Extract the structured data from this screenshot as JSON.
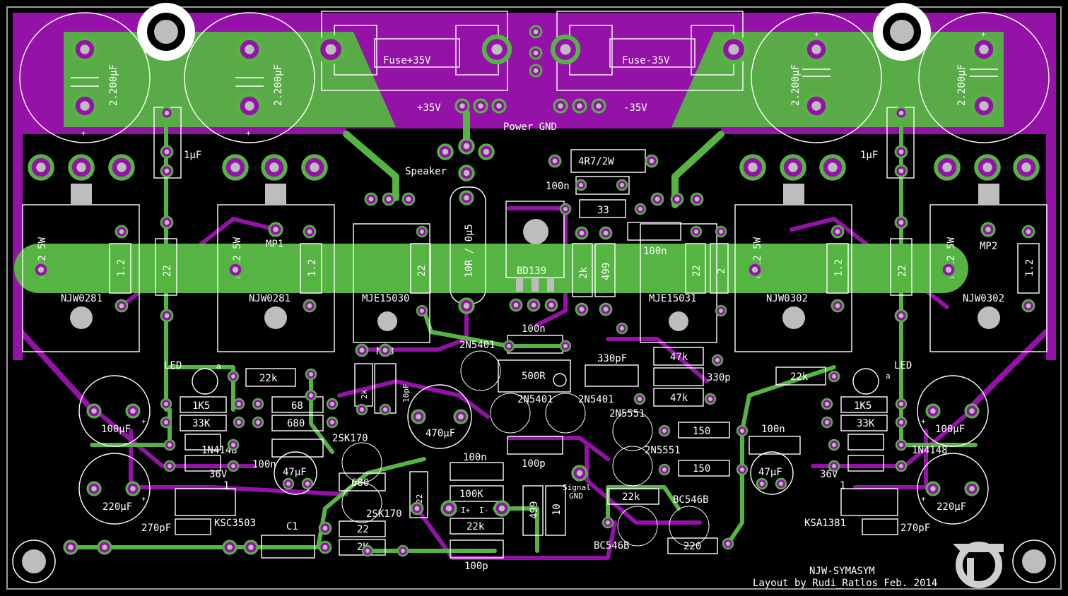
{
  "board": {
    "title": "NJW-SYMASYM",
    "credit": "Layout by Rudi_Ratlos Feb. 2014",
    "colors": {
      "background": "#000000",
      "top_copper": "#9412a8",
      "bottom_copper": "#55b442",
      "silkscreen": "#ffffff",
      "hole": "#bdbdbd"
    },
    "icon": "rr-logo"
  },
  "power": {
    "fuse_pos": "Fuse+35V",
    "fuse_neg": "Fuse-35V",
    "rail_pos": "+35V",
    "rail_neg": "-35V",
    "gnd": "Power GND",
    "speaker": "Speaker"
  },
  "caps": {
    "c_main": "2.200µF",
    "c_1u": "1µF",
    "c_100n": "100n",
    "c_100u": "100µF",
    "c_220u": "220µF",
    "c_270p": "270pF",
    "c_47u": "47µF",
    "c_470u": "470µF",
    "c_10p": "10pF",
    "c_330pf": "330pF",
    "c_330p": "330p",
    "c_100p": "100p",
    "c1": "C1"
  },
  "resistors": {
    "r_0_22": "0.22 5W",
    "r_1_2": "1.2",
    "r_22": "22",
    "r_2": "2",
    "r_4r7": "4R7/2W",
    "r_33": "33",
    "r_10r": "10R / 0µ5",
    "r_2k": "2k",
    "r_499": "499",
    "r_47k": "47k",
    "r_22k": "22k",
    "r_1k5": "1K5",
    "r_33k": "33K",
    "r_68": "68",
    "r_680_a": "680",
    "r_680_b": "680",
    "r_150": "150",
    "r_100k": "100K",
    "r_10": "10",
    "r_2K": "2K",
    "r_220": "220",
    "r_500r": "500R"
  },
  "semis": {
    "q_njw0281": "NJW0281",
    "q_njw0302": "NJW0302",
    "q_mje15030": "MJE15030",
    "q_mje15031": "MJE15031",
    "q_bd139": "BD139",
    "q_2n5401": "2N5401",
    "q_2n5551": "2N5551",
    "q_2sk170": "2SK170",
    "q_bc546b": "BC546B",
    "q_ksc3503": "KSC3503",
    "q_ksa1381": "KSA1381",
    "d_1n4148": "1N4148",
    "d_36v": "36V",
    "led": "LED",
    "led_a": "a",
    "pin1": "1",
    "mp1": "MP1",
    "mp2": "MP2"
  },
  "signal": {
    "nfb": "NFB",
    "sig": "Signal",
    "sig_gnd": "GND",
    "in_pos": "I+",
    "in_neg": "I-",
    "plus": "+"
  }
}
